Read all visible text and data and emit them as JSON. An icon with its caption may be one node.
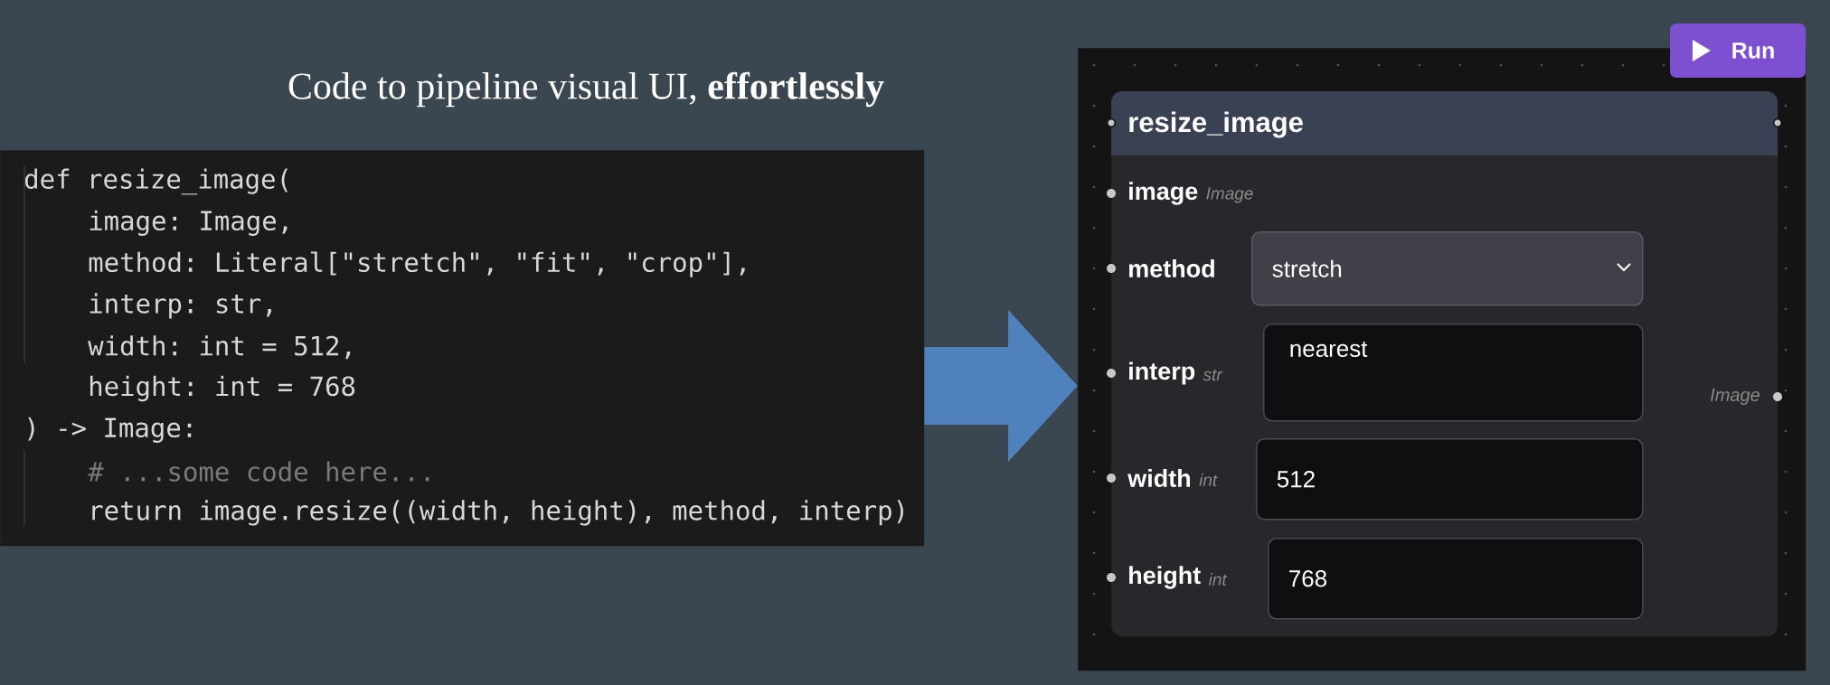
{
  "diagram": {
    "nodes": [
      {
        "text": [
          "def resize_image(",
          "image: Image,",
          "method: Literal[\"stretch\", \"fit\", \"crop\"],",
          "interp: str,",
          "width: int = 512,",
          "height: int = 768",
          ") -> Image:",
          "# ...some code here...",
          "return image.resize((width, height), method, interp)"
        ]
      },
      {
        "text": [],
        "shape": "box"
      },
      {
        "text": [
          "Run"
        ]
      },
      {
        "text": [
          "resize_image",
          "image",
          "Image",
          "method",
          "interp",
          "str",
          "width",
          "int",
          "height",
          "int",
          "Image"
        ],
        "in": 1
      },
      {
        "text": [
          "stretch"
        ],
        "in": 3
      },
      {
        "text": [
          "nearest"
        ],
        "in": 3
      },
      {
        "text": [
          "512"
        ],
        "in": 3
      },
      {
        "text": [
          "768"
        ],
        "in": 3
      }
    ],
    "edges": [
      {
        "from": 0,
        "to": 1,
        "arrow": "to"
      }
    ],
    "labels": [
      "Code to pipeline visual UI, **effortlessly**"
    ]
  }
}
